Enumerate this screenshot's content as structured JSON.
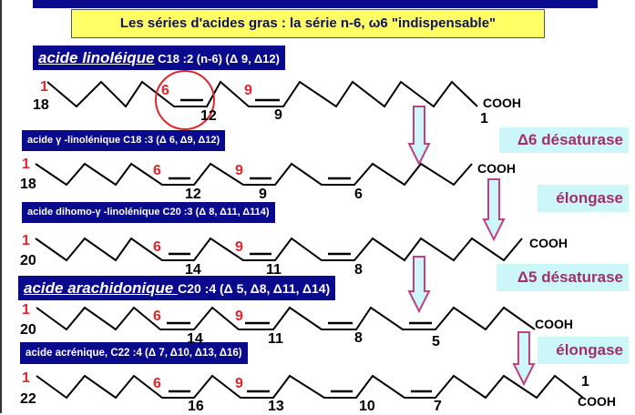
{
  "subtitle": "Les séries d'acides gras : la série n-6, ω6  \"indispensable\"",
  "molecules": [
    {
      "name": "acide linoléique",
      "formula": " C18 :2 (n-6) (Δ 9, Δ12)",
      "start": "1",
      "end_carbon": "18",
      "numbers": [
        "6",
        "12",
        "9",
        "9",
        "1"
      ],
      "cooh": "COOH"
    },
    {
      "name": "acide γ -linolénique C18 :3 (Δ 6, Δ9, Δ12)",
      "start": "1",
      "end_carbon": "18",
      "numbers": [
        "6",
        "12",
        "9",
        "9",
        "6"
      ],
      "cooh": "COOH"
    },
    {
      "name": "acide dihomo-γ -linolénique C20 :3 (Δ 8, Δ11, Δ114)",
      "start": "1",
      "end_carbon": "20",
      "numbers": [
        "6",
        "14",
        "9",
        "11",
        "8"
      ],
      "cooh": "COOH"
    },
    {
      "name": "acide arachidonique ",
      "formula": "C20 :4 (Δ 5, Δ8, Δ11, Δ14)",
      "start": "1",
      "end_carbon": "20",
      "numbers": [
        "6",
        "14",
        "9",
        "11",
        "8",
        "5"
      ],
      "cooh": "COOH"
    },
    {
      "name": "acide acrénique, C22 :4 (Δ 7, Δ10, Δ13, Δ16)",
      "start": "1",
      "end_carbon": "22",
      "numbers": [
        "6",
        "16",
        "9",
        "13",
        "10",
        "7",
        "1"
      ],
      "cooh": "COOH"
    }
  ],
  "enzymes": [
    "Δ6 désaturase",
    "élongase",
    "Δ5 désaturase",
    "élongase"
  ],
  "colors": {
    "navy": "#0a0a8c",
    "red": "#e0262a",
    "enzyme_text": "#a0306a",
    "enzyme_bg": "#ccf6f8",
    "arrow_stroke": "#c04080",
    "arrow_fill": "#ccf6f8"
  }
}
